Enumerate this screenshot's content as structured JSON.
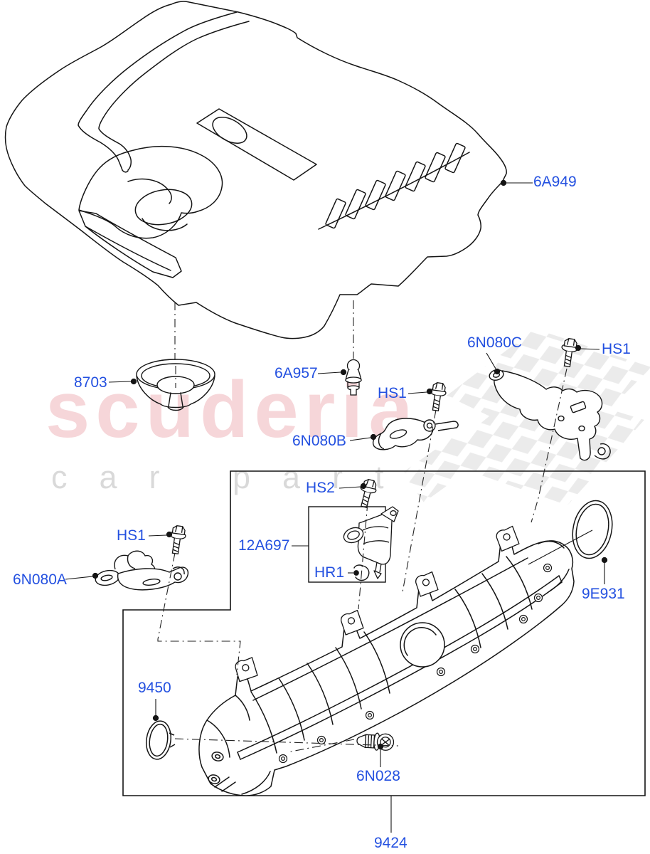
{
  "watermark": {
    "brand": "scuderia",
    "tagline": "car parts"
  },
  "parts": {
    "cover": "6A949",
    "grommet": "8703",
    "ball_stud": "6A957",
    "bracket_c": "6N080C",
    "bracket_b": "6N080B",
    "bracket_a": "6N080A",
    "hs1": "HS1",
    "hs2": "HS2",
    "hr1": "HR1",
    "sensor": "12A697",
    "seal_rear": "9E931",
    "seal_front": "9450",
    "bolt": "6N028",
    "manifold": "9424"
  }
}
